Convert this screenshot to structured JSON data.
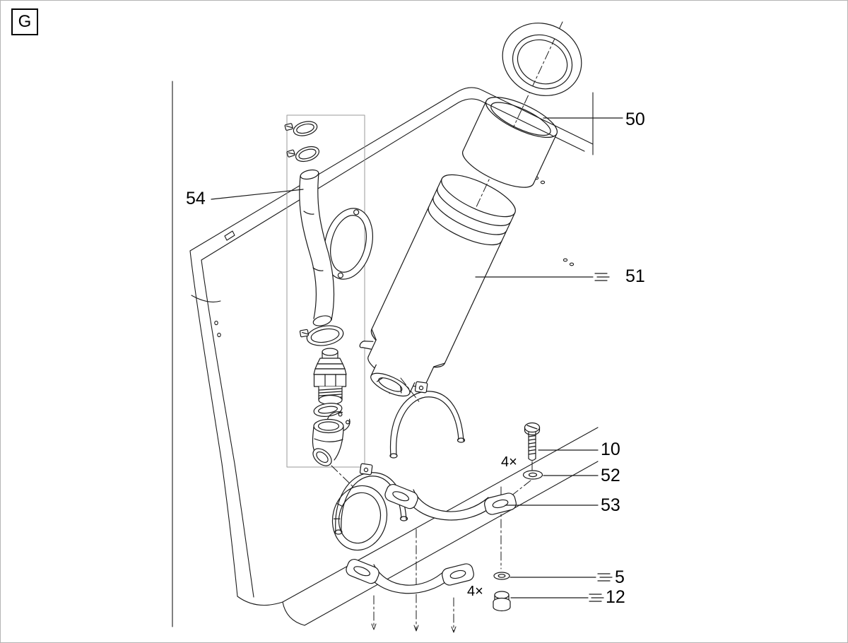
{
  "page": {
    "section_letter": "G",
    "background_color": "#ffffff",
    "frame_border_color": "#b4b4b4",
    "line_color": "#1a1a1a",
    "part_box_border_color": "#9a9a9a"
  },
  "callouts": {
    "part50": "50",
    "part51": "51",
    "part54": "54",
    "part10": "10",
    "part52": "52",
    "part53": "53",
    "part5": "5",
    "part12": "12"
  },
  "quantities": {
    "screws_10": "4×",
    "screws_12": "4×"
  }
}
